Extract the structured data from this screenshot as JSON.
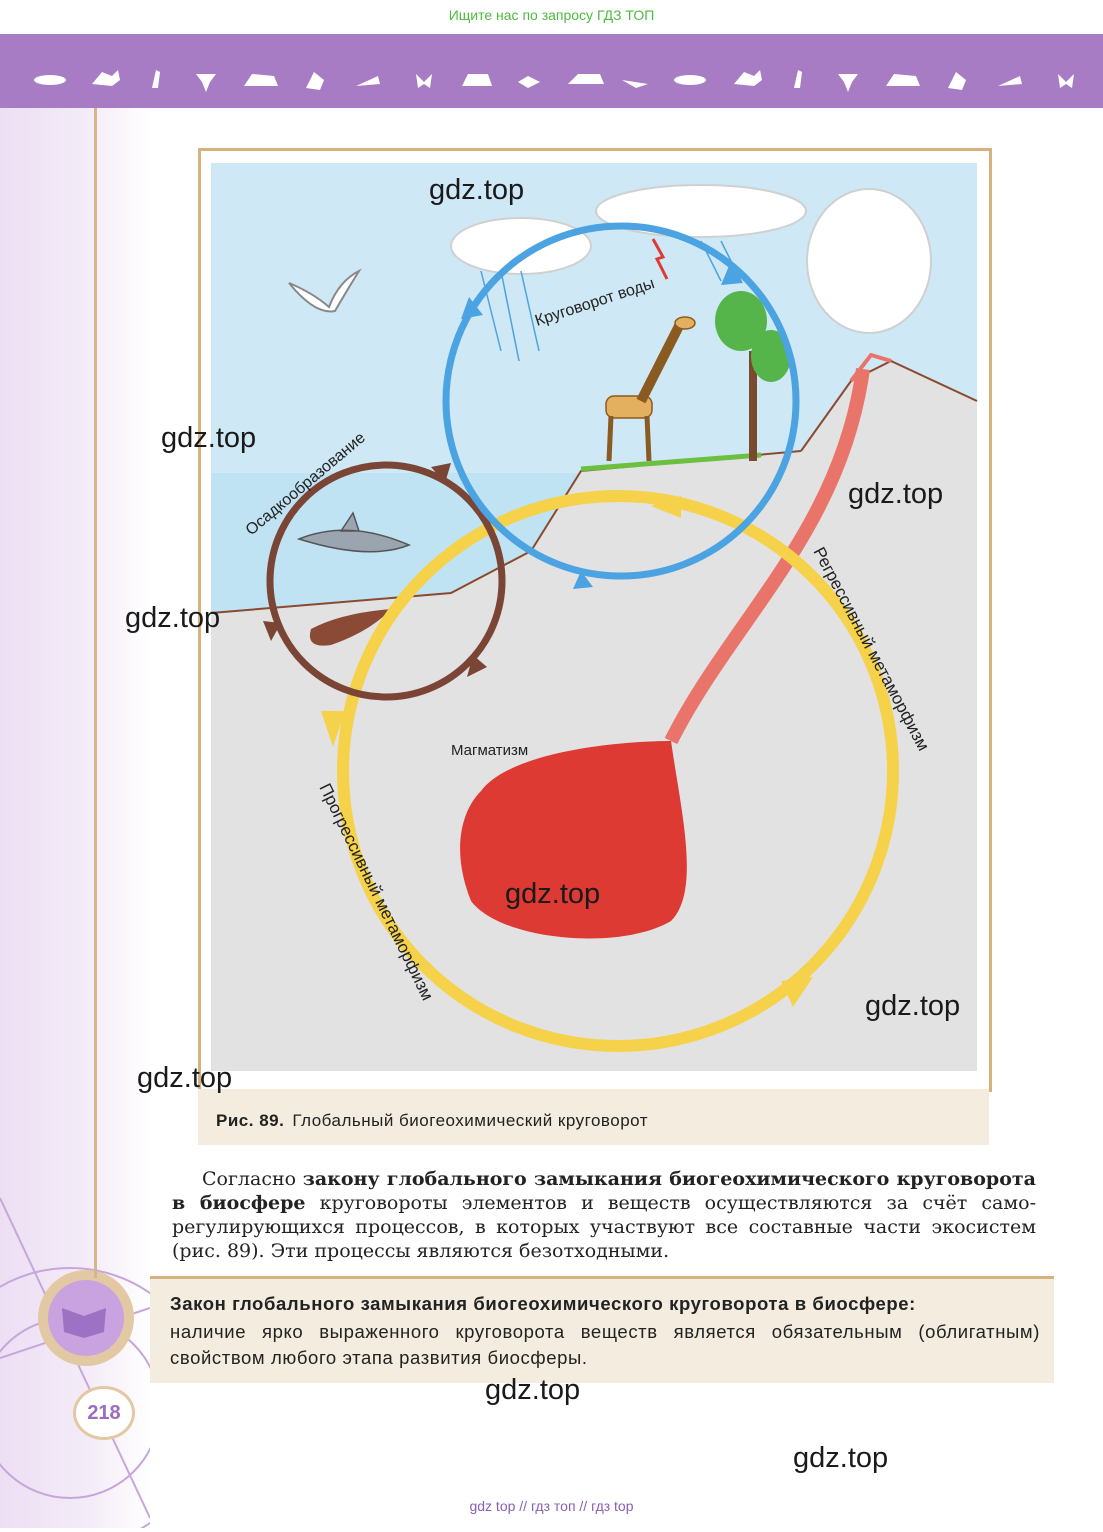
{
  "top_banner": "Ищите нас по запросу ГДЗ ТОП",
  "figure": {
    "labels": {
      "water_cycle": "Круговорот воды",
      "sedimentation": "Осадкообразование",
      "regressive": "Регрессивный метаморфизм",
      "progressive": "Прогрессивный метаморфизм",
      "magmatism": "Магматизм"
    },
    "colors": {
      "water_cycle": "#4ba3e2",
      "sedimentation": "#7a4535",
      "metamorphism": "#f5d24a",
      "magma": "#dc3a32",
      "sea": "#bfe3f3",
      "ground": "#e2e2e2"
    }
  },
  "caption": {
    "label": "Рис. 89.",
    "text": "Глобальный биогеохимический круговорот"
  },
  "paragraph": {
    "p1": "Согласно ",
    "bold": "закону глобального замыкания биогеохимического круговорота в биосфере",
    "p2": " круговороты элементов и веществ осуществляются за счёт само­регулирующихся процессов, в которых участвуют все составные части экосистем (рис. 89). Эти процессы являются безотходными."
  },
  "law_box": {
    "title": "Закон глобального замыкания биогеохимического круговорота в биосфере:",
    "text": "наличие ярко выраженного круговорота веществ является обязательным (облигат­ным) свойством любого этапа развития биосферы."
  },
  "page_number": "218",
  "watermarks": [
    "gdz.top",
    "gdz.top",
    "gdz.top",
    "gdz.top",
    "gdz.top",
    "gdz.top",
    "gdz.top",
    "gdz.top",
    "gdz.top"
  ],
  "footer": "gdz top  //  гдз топ  //  гдз top"
}
